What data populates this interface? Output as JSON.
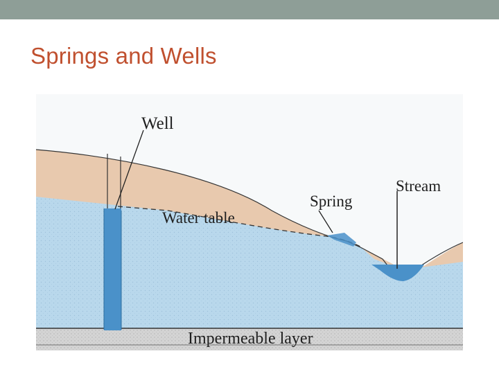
{
  "slide": {
    "title": "Springs and Wells"
  },
  "diagram": {
    "labels": {
      "well": "Well",
      "spring": "Spring",
      "stream": "Stream",
      "water_table": "Water table",
      "impermeable_layer": "Impermeable layer"
    }
  },
  "colors": {
    "top_bar": "#8e9e97",
    "title": "#c0502f",
    "soil": "#e8c9ae",
    "groundwater": "#b9d8ec",
    "well_water": "#4a91c9",
    "impermeable": "#d4d4d4"
  }
}
